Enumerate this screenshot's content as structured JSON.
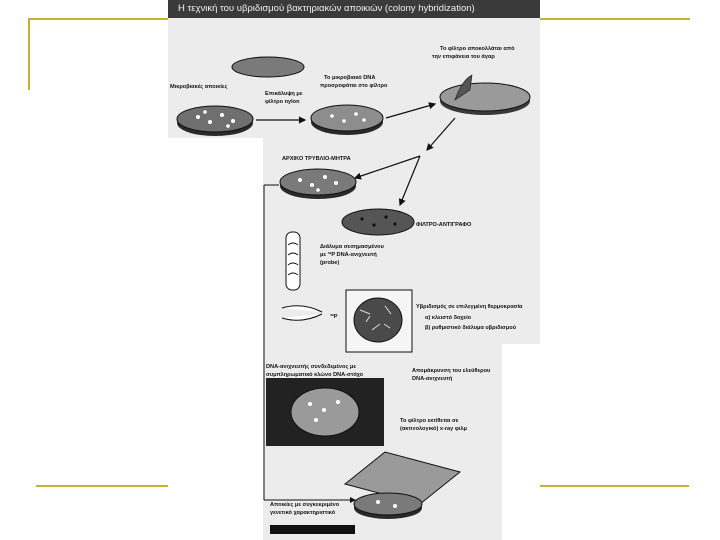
{
  "slide": {
    "accent_color": "#c9b037",
    "scan_background": "#ececec",
    "title": "Η τεχνική του υβριδισμού βακτηριακών αποικιών (colony hybridization)"
  },
  "labels": {
    "filter_peeled": "Το φίλτρο αποκολλάται από",
    "filter_peeled_2": "την επιφάνεια του άγαρ",
    "microbial_colonies": "Μικροβιακές αποικίες",
    "overlay_nylon": "Επικάλυψη με",
    "overlay_nylon_2": "φίλτρο nylon",
    "microbial_dna": "Το μικροβιακό DNA",
    "microbial_dna_2": "προσροφάται στο φίλτρο",
    "master_plate": "ΑΡΧΙΚΟ ΤΡΥΒΛΙΟ-ΜΗΤΡΑ",
    "filter_replica": "ΦΙΛΤΡΟ-ΑΝΤΙΓΡΑΦΟ",
    "probe_solution": "Διάλυμα σεσημασμένου",
    "probe_solution_2": "με ³²P DNA-ανιχνευτή",
    "probe_solution_3": "(probe)",
    "probe_tag": "³²P",
    "hybridization_title": "Υβριδισμός σε επιλεγμένη θερμοκρασία",
    "hybridization_a": "α) κλειστό δοχείο",
    "hybridization_b": "β) ρυθμιστικό διάλυμα υβριδισμού",
    "probe_bound": "DNA-ανιχνευτής συνδεδεμένος με",
    "probe_bound_2": "συμπληρωματικό κλώνο DNA-στόχο",
    "remove_free": "Απομάκρυνση του ελεύθερου",
    "remove_free_2": "DNA-ανιχνευτή",
    "exposed": "Το φίλτρο εκτίθεται σε",
    "exposed_2": "(ακτινολογικό) x-ray φιλμ",
    "result": "Αποικίες με συγκεκριμένο",
    "result_2": "γενετικό χαρακτηριστικό"
  }
}
